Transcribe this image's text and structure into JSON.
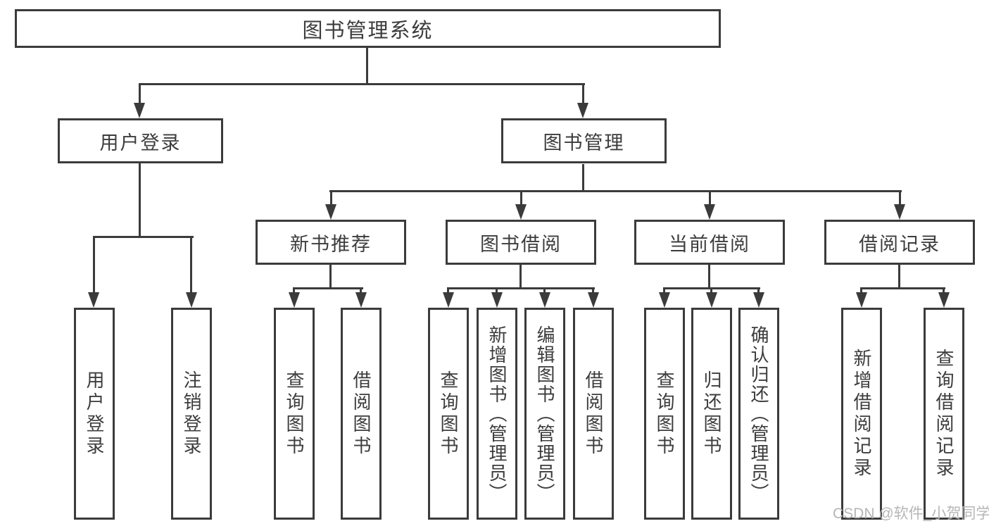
{
  "diagram": {
    "type": "hierarchy-diagram",
    "watermark": "CSDN @软件_小贺同学",
    "colors": {
      "line": "#3b3b3b",
      "text": "#3c3c3c",
      "watermark": "#b6b6b6",
      "background": "#ffffff"
    },
    "tree": {
      "label": "图书管理系统",
      "children": [
        {
          "label": "用户登录",
          "children": [
            {
              "label": "用户登录"
            },
            {
              "label": "注销登录"
            }
          ]
        },
        {
          "label": "图书管理",
          "children": [
            {
              "label": "新书推荐",
              "children": [
                {
                  "label": "查询图书"
                },
                {
                  "label": "借阅图书"
                }
              ]
            },
            {
              "label": "图书借阅",
              "children": [
                {
                  "label": "查询图书"
                },
                {
                  "label": "新增图书（管理员）"
                },
                {
                  "label": "编辑图书（管理员）"
                },
                {
                  "label": "借阅图书"
                }
              ]
            },
            {
              "label": "当前借阅",
              "children": [
                {
                  "label": "查询图书"
                },
                {
                  "label": "归还图书"
                },
                {
                  "label": "确认归还（管理员）"
                }
              ]
            },
            {
              "label": "借阅记录",
              "children": [
                {
                  "label": "新增借阅记录"
                },
                {
                  "label": "查询借阅记录"
                }
              ]
            }
          ]
        }
      ]
    }
  }
}
